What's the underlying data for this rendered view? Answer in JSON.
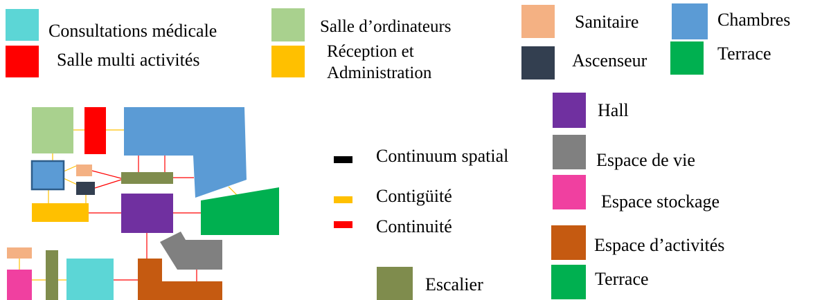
{
  "legend_top": {
    "consultations": {
      "label": "Consultations médicale",
      "color": "#5CD6D6"
    },
    "multi": {
      "label": "Salle multi activités",
      "color": "#FF0000"
    },
    "ordinateurs": {
      "label": "Salle d’ordinateurs",
      "color": "#A9D18E"
    },
    "reception": {
      "label_line1": "Réception et",
      "label_line2": "Administration",
      "color": "#FFC000"
    },
    "sanitaire": {
      "label": "Sanitaire",
      "color": "#F4B183"
    },
    "ascenseur": {
      "label": "Ascenseur",
      "color": "#333F50"
    },
    "chambres": {
      "label": "Chambres",
      "color": "#5B9BD5"
    },
    "terrace": {
      "label": "Terrace",
      "color": "#00B050"
    }
  },
  "legend_links": {
    "continuum": {
      "label": "Continuum spatial",
      "color": "#000000"
    },
    "contiguite": {
      "label": "Contigüité",
      "color": "#FFC000"
    },
    "continuite": {
      "label": "Continuité",
      "color": "#FF0000"
    }
  },
  "legend_right": {
    "hall": {
      "label": "Hall",
      "color": "#7030A0"
    },
    "espace_vie": {
      "label": "Espace de vie",
      "color": "#808080"
    },
    "stockage": {
      "label": "Espace stockage",
      "color": "#F040A0"
    },
    "activites": {
      "label": "Espace d’activités",
      "color": "#C55A11"
    },
    "terrace": {
      "label": "Terrace",
      "color": "#00B050"
    }
  },
  "escalier": {
    "label": "Escalier",
    "color": "#7F8C4D"
  }
}
